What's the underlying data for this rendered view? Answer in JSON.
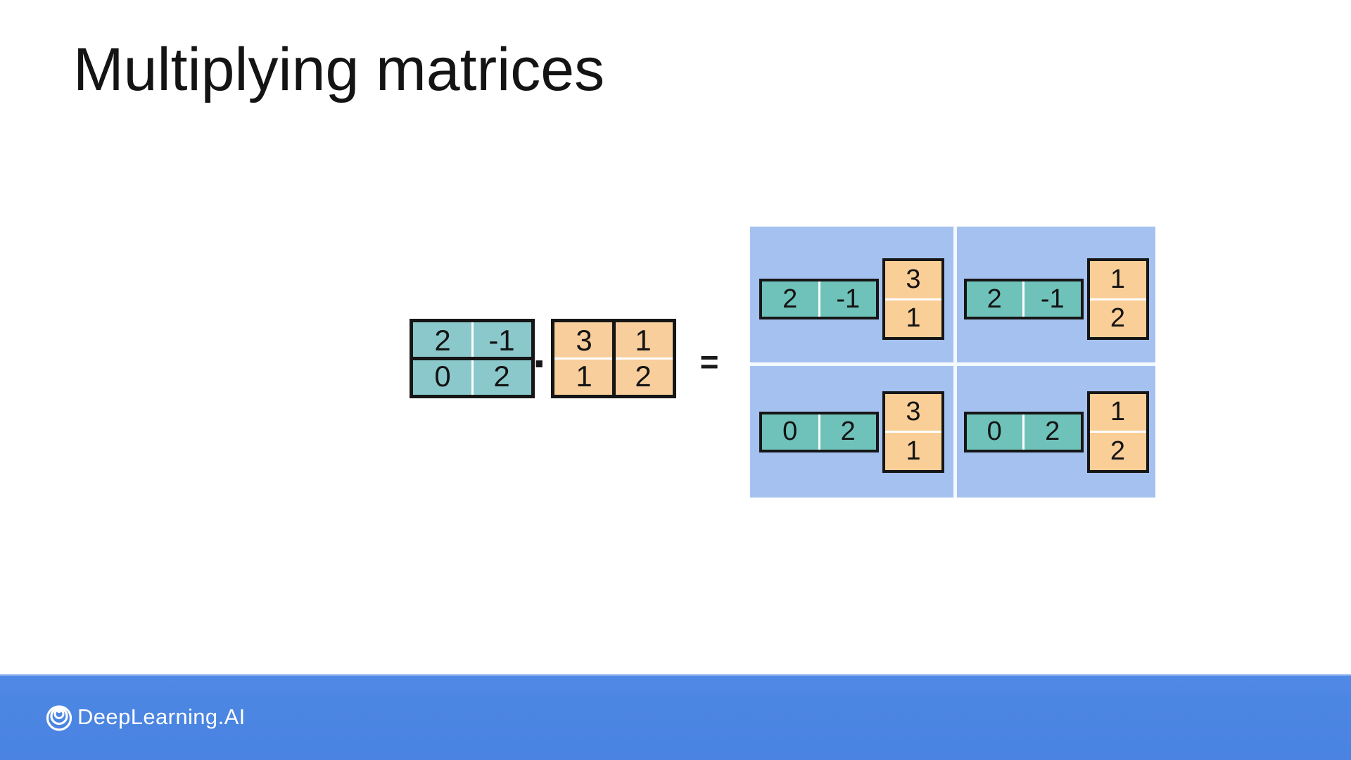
{
  "title": "Multiplying matrices",
  "equation": {
    "matrix_a": {
      "rows": [
        [
          "2",
          "-1"
        ],
        [
          "0",
          "2"
        ]
      ]
    },
    "multiply_operator": "·",
    "matrix_b": {
      "rows": [
        [
          "3",
          "1"
        ],
        [
          "1",
          "2"
        ]
      ]
    },
    "equals_sign": "=",
    "result": {
      "quadrants": [
        {
          "position": "top-left",
          "row_vector": [
            "2",
            "-1"
          ],
          "col_vector": [
            "3",
            "1"
          ]
        },
        {
          "position": "top-right",
          "row_vector": [
            "2",
            "-1"
          ],
          "col_vector": [
            "1",
            "2"
          ]
        },
        {
          "position": "bottom-left",
          "row_vector": [
            "0",
            "2"
          ],
          "col_vector": [
            "3",
            "1"
          ]
        },
        {
          "position": "bottom-right",
          "row_vector": [
            "0",
            "2"
          ],
          "col_vector": [
            "1",
            "2"
          ]
        }
      ]
    }
  },
  "footer": {
    "brand": "DeepLearning.AI"
  },
  "colors": {
    "matrix_a_fill": "#8BC8CB",
    "matrix_b_fill": "#F7CE9C",
    "row_vector_fill": "#6EC2BA",
    "col_vector_fill": "#FACE97",
    "result_panel_fill": "#A5C1F0",
    "footer_bar_fill": "#4C86E3",
    "border_black": "#161616",
    "title_text": "#141414"
  }
}
